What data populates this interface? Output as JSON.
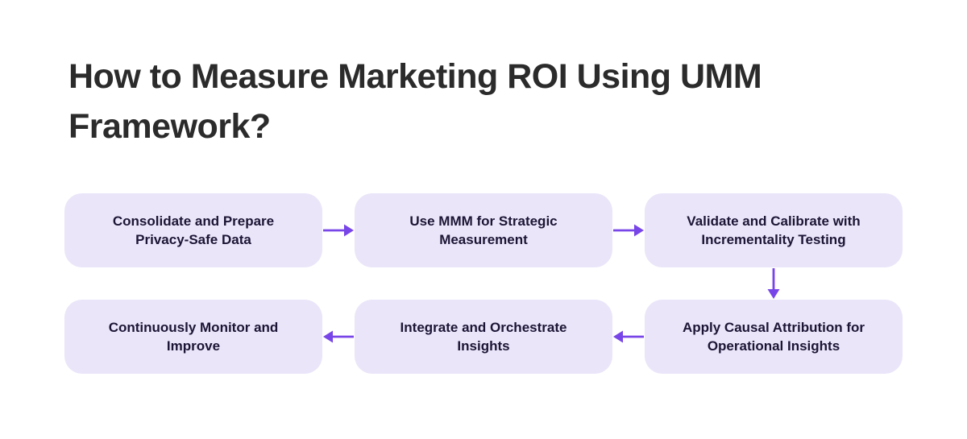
{
  "title": "How to Measure Marketing ROI Using UMM Framework?",
  "colors": {
    "accent_arrow": "#7845E8",
    "box_fill": "#EAE5F9",
    "box_text": "#1C1535",
    "title_text": "#2B2B2B",
    "background": "#FFFFFF"
  },
  "flow": {
    "row1": [
      {
        "label": "Consolidate and Prepare Privacy-Safe Data"
      },
      {
        "label": "Use MMM for Strategic Measurement"
      },
      {
        "label": "Validate and Calibrate with Incrementality Testing"
      }
    ],
    "row2": [
      {
        "label": "Continuously Monitor and Improve"
      },
      {
        "label": "Integrate and Orchestrate Insights"
      },
      {
        "label": "Apply Causal Attribution for Operational Insights"
      }
    ],
    "arrows": [
      {
        "direction": "right",
        "from": "Consolidate and Prepare Privacy-Safe Data",
        "to": "Use MMM for Strategic Measurement"
      },
      {
        "direction": "right",
        "from": "Use MMM for Strategic Measurement",
        "to": "Validate and Calibrate with Incrementality Testing"
      },
      {
        "direction": "down",
        "from": "Validate and Calibrate with Incrementality Testing",
        "to": "Apply Causal Attribution for Operational Insights"
      },
      {
        "direction": "left",
        "from": "Apply Causal Attribution for Operational Insights",
        "to": "Integrate and Orchestrate Insights"
      },
      {
        "direction": "left",
        "from": "Integrate and Orchestrate Insights",
        "to": "Continuously Monitor and Improve"
      }
    ]
  }
}
